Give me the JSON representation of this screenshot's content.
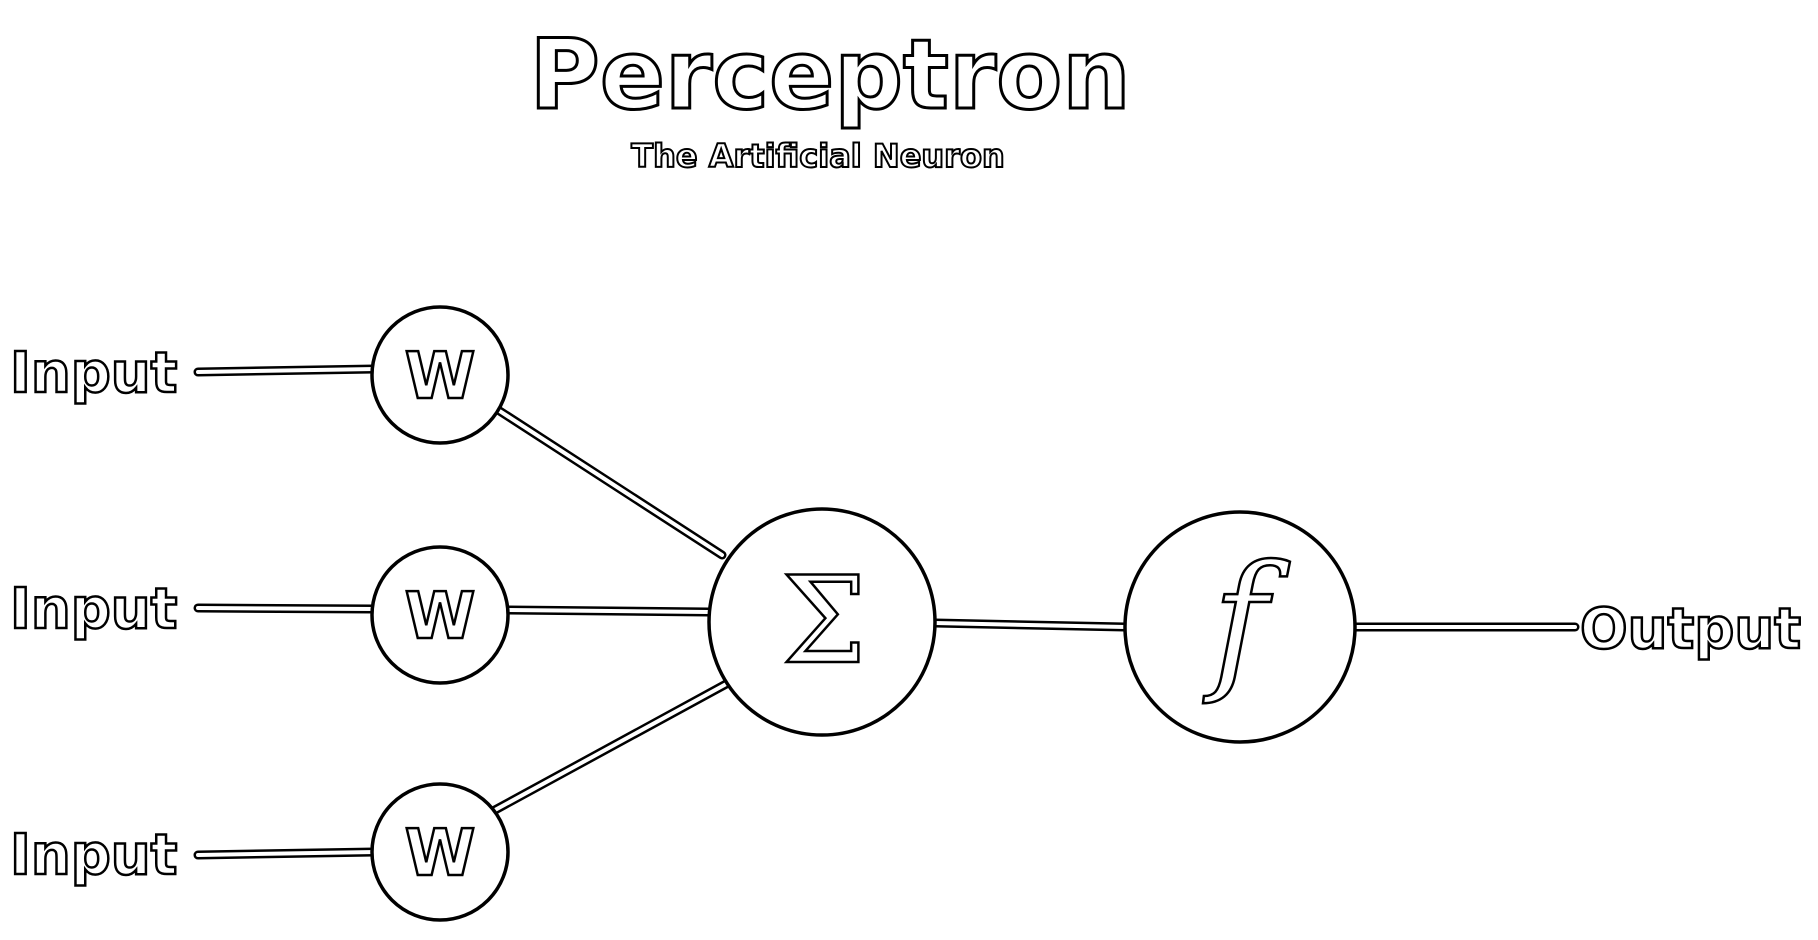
{
  "title": "Perceptron",
  "subtitle": "The Artificial Neuron",
  "inputs": [
    {
      "label": "Input",
      "weight_label": "W"
    },
    {
      "label": "Input",
      "weight_label": "W"
    },
    {
      "label": "Input",
      "weight_label": "W"
    }
  ],
  "summation": {
    "symbol": "Σ"
  },
  "activation": {
    "symbol": "f"
  },
  "output": {
    "label": "Output"
  },
  "colors": {
    "line": "#000000",
    "fill": "#ffffff",
    "background": "#ffffff"
  }
}
